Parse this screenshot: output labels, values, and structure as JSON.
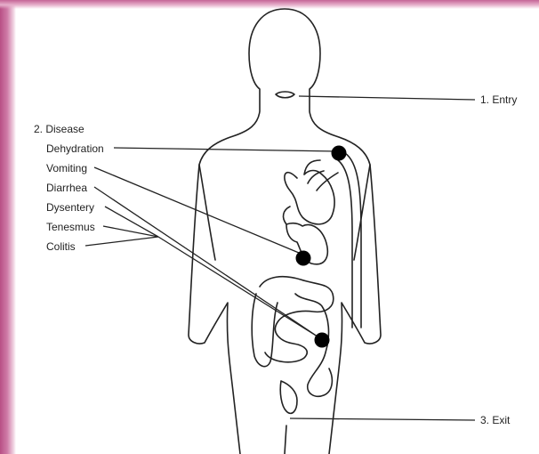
{
  "labels": {
    "entry": "1. Entry",
    "disease": "2. Disease",
    "exit": "3. Exit",
    "symptoms": [
      "Dehydration",
      "Vomiting",
      "Diarrhea",
      "Dysentery",
      "Tenesmus",
      "Colitis"
    ]
  },
  "colors": {
    "frame": "#c4609a",
    "line": "#222222",
    "marker": "#000000",
    "background": "#ffffff"
  }
}
